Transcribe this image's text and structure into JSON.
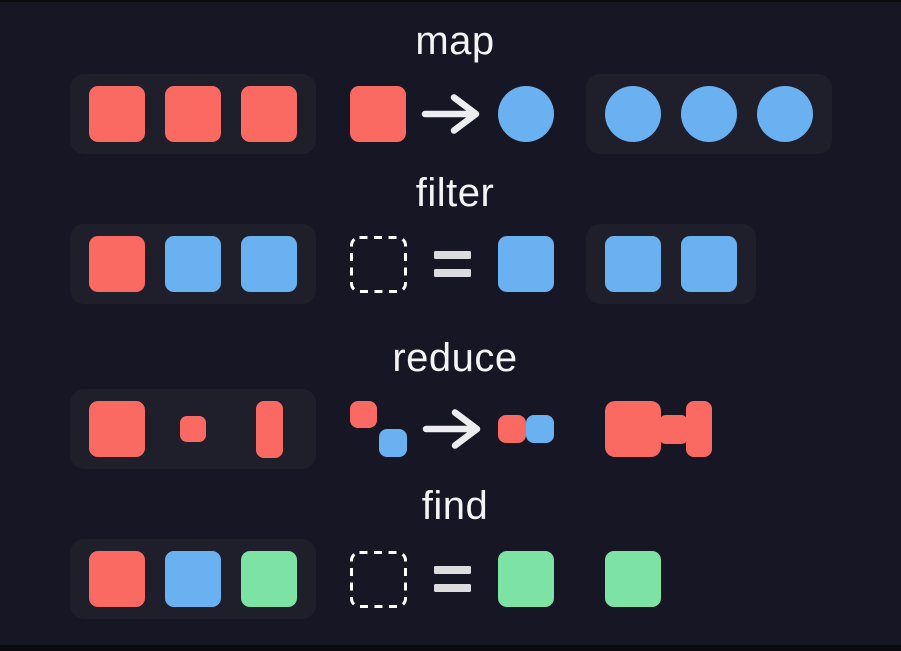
{
  "colors": {
    "background": "#171625",
    "edge": "#0b0a11",
    "panel": "#1f1e2b",
    "label": "#f4f4f6",
    "operator": "#ededf0",
    "equals": "#dcdcdf",
    "dashed": "#ffffff",
    "red": "#fa6a63",
    "blue": "#69b1f0",
    "green": "#7ce3a4"
  },
  "rows": [
    {
      "label": "map",
      "input_array": [
        "red-square",
        "red-square",
        "red-square"
      ],
      "operation": [
        "red-square",
        "arrow",
        "blue-circle"
      ],
      "output_array": [
        "blue-circle",
        "blue-circle",
        "blue-circle"
      ],
      "output_style": "panel"
    },
    {
      "label": "filter",
      "input_array": [
        "red-square",
        "blue-square",
        "blue-square"
      ],
      "operation": [
        "dashed-square",
        "equals",
        "blue-square"
      ],
      "output_array": [
        "blue-square",
        "blue-square"
      ],
      "output_style": "panel"
    },
    {
      "label": "reduce",
      "input_array": [
        "red-square",
        "red-square-small",
        "red-rect-tall"
      ],
      "operation": [
        "red-blue-diagonal-pair",
        "arrow",
        "red-blue-pair"
      ],
      "output_array": [
        "red-merged-shape"
      ],
      "output_style": "bare"
    },
    {
      "label": "find",
      "input_array": [
        "red-square",
        "blue-square",
        "green-square"
      ],
      "operation": [
        "dashed-square",
        "equals",
        "green-square"
      ],
      "output_array": [
        "green-square"
      ],
      "output_style": "bare"
    }
  ]
}
